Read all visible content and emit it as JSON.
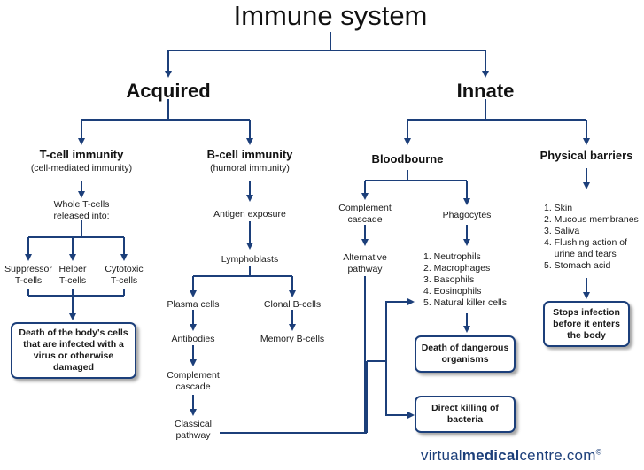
{
  "title": "Immune system",
  "branches": {
    "acquired": "Acquired",
    "innate": "Innate"
  },
  "tcell": {
    "title": "T-cell immunity",
    "subtitle": "(cell-mediated immunity)",
    "released_line1": "Whole T-cells",
    "released_line2": "released into:",
    "suppressor_line1": "Suppressor",
    "suppressor_line2": "T-cells",
    "helper_line1": "Helper",
    "helper_line2": "T-cells",
    "cytotoxic_line1": "Cytotoxic",
    "cytotoxic_line2": "T-cells",
    "outcome": "Death of the body's cells that are infected with a virus or otherwise damaged"
  },
  "bcell": {
    "title": "B-cell immunity",
    "subtitle": "(humoral immunity)",
    "antigen": "Antigen exposure",
    "lymphoblasts": "Lymphoblasts",
    "plasma": "Plasma cells",
    "clonal": "Clonal B-cells",
    "antibodies": "Antibodies",
    "memory": "Memory B-cells",
    "complement_line1": "Complement",
    "complement_line2": "cascade",
    "classical_line1": "Classical",
    "classical_line2": "pathway"
  },
  "bloodbourne": {
    "title": "Bloodbourne",
    "complement_line1": "Complement",
    "complement_line2": "cascade",
    "alternative_line1": "Alternative",
    "alternative_line2": "pathway",
    "phagocytes": "Phagocytes",
    "phagocyte_list": [
      "1. Neutrophils",
      "2. Macrophages",
      "3. Basophils",
      "4. Eosinophils",
      "5. Natural killer cells"
    ],
    "death_box": "Death of dangerous organisms",
    "kill_box": "Direct killing of bacteria"
  },
  "barriers": {
    "title": "Physical barriers",
    "list": [
      "1. Skin",
      "2. Mucous membranes",
      "3. Saliva",
      "4. Flushing action of",
      "    urine and tears",
      "5. Stomach acid"
    ],
    "outcome": "Stops infection before it enters the body"
  },
  "brand": {
    "prefix": "virtual",
    "bold": "medical",
    "suffix": "centre.com",
    "mark": "©"
  },
  "colors": {
    "line": "#1c3f7a",
    "box_border": "#1c3f7a",
    "text": "#1a1a1a"
  }
}
